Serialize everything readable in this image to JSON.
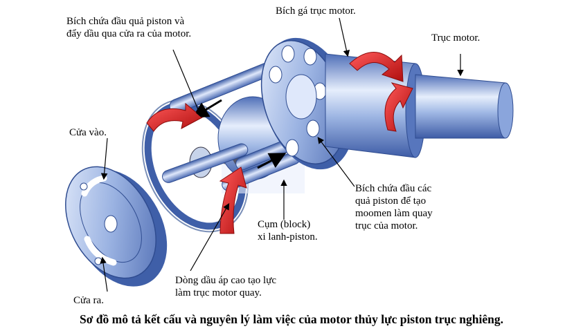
{
  "labels": {
    "flange_piston_heads_exhaust": "Bích chứa đầu quả piston và\nđẩy dầu qua cửa ra của motor.",
    "shaft_mount_flange": "Bích gá trục motor.",
    "motor_shaft": "Trục motor.",
    "inlet_port": "Cửa vào.",
    "outlet_port": "Cửa ra.",
    "piston_head_flange_torque": "Bích chứa đầu các\nquả piston để tạo\nmoomen làm quay\ntrục của motor.",
    "cylinder_block": "Cụm (block)\nxi lanh-piston.",
    "high_pressure_flow": "Dòng dầu áp cao tạo lực\nlàm trục motor quay."
  },
  "caption": "Sơ đồ mô tả kết cấu và nguyên lý làm việc của motor thủy lực piston trục nghiêng.",
  "colors": {
    "metal_blue": "#7f9fd6",
    "metal_dark": "#3f5fa8",
    "metal_light": "#dbe6fa",
    "arrow_red": "#d41e1e"
  }
}
